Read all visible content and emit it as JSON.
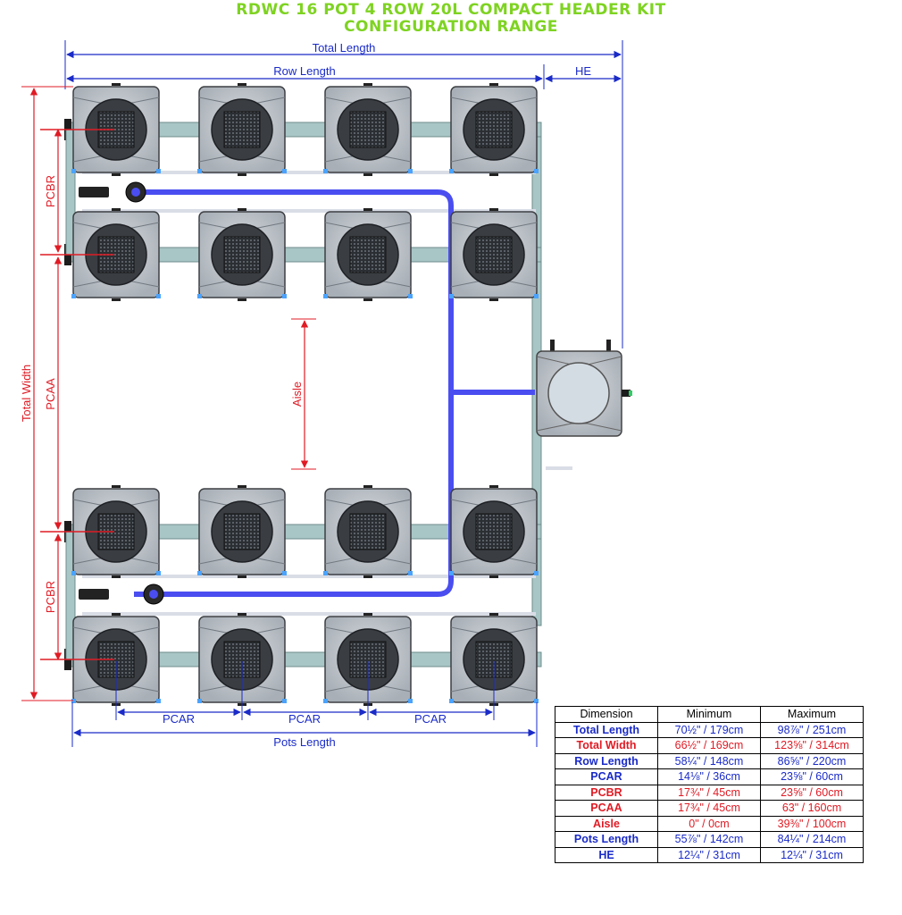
{
  "title": {
    "line1": "RDWC 16 POT 4 ROW 20L COMPACT HEADER KIT",
    "line2": "CONFIGURATION RANGE"
  },
  "labels": {
    "total_length": "Total Length",
    "row_length": "Row Length",
    "he": "HE",
    "total_width": "Total Width",
    "pcbr_top": "PCBR",
    "pcaa": "PCAA",
    "aisle": "Aisle",
    "pcbr_bottom": "PCBR",
    "pcar_1": "PCAR",
    "pcar_2": "PCAR",
    "pcar_3": "PCAR",
    "pots_length": "Pots Length"
  },
  "colors": {
    "title": "#7ed321",
    "blue_dim": "#1a2bc8",
    "red_dim": "#e01b24",
    "tube": "#4a4ef0",
    "pot": "#bfc5cc",
    "pipe": "#a9c6c6"
  },
  "table": {
    "headers": [
      "Dimension",
      "Minimum",
      "Maximum"
    ],
    "rows": [
      {
        "dimension": "Total Length",
        "minimum": "70½\" / 179cm",
        "maximum": "98⅞\" / 251cm",
        "color": "#1a2bc8"
      },
      {
        "dimension": "Total Width",
        "minimum": "66½\" / 169cm",
        "maximum": "123⅝\" / 314cm",
        "color": "#e01b24"
      },
      {
        "dimension": "Row Length",
        "minimum": "58¼\" / 148cm",
        "maximum": "86⅝\" / 220cm",
        "color": "#1a2bc8"
      },
      {
        "dimension": "PCAR",
        "minimum": "14⅛\" / 36cm",
        "maximum": "23⅝\" / 60cm",
        "color": "#1a2bc8"
      },
      {
        "dimension": "PCBR",
        "minimum": "17¾\" / 45cm",
        "maximum": "23⅝\" / 60cm",
        "color": "#e01b24"
      },
      {
        "dimension": "PCAA",
        "minimum": "17¾\" / 45cm",
        "maximum": "63\" / 160cm",
        "color": "#e01b24"
      },
      {
        "dimension": "Aisle",
        "minimum": "0\" / 0cm",
        "maximum": "39⅜\" / 100cm",
        "color": "#e01b24"
      },
      {
        "dimension": "Pots Length",
        "minimum": "55⅞\" / 142cm",
        "maximum": "84¼\" / 214cm",
        "color": "#1a2bc8"
      },
      {
        "dimension": "HE",
        "minimum": "12¼\" / 31cm",
        "maximum": "12¼\" / 31cm",
        "color": "#1a2bc8"
      }
    ]
  }
}
